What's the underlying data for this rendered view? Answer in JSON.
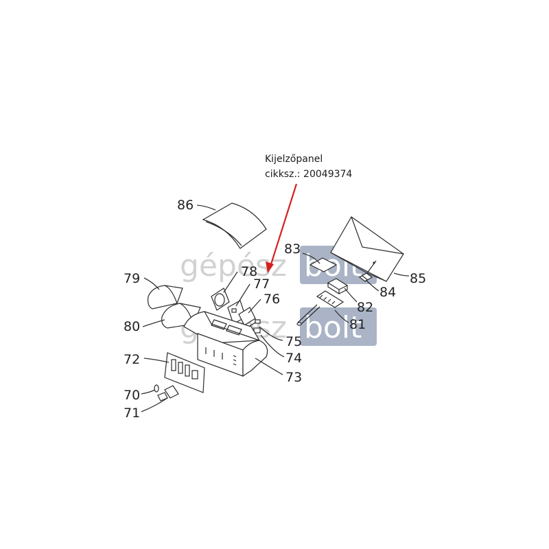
{
  "callout": {
    "line1": "Kijelzőpanel",
    "line2": "cikksz.: 20049374",
    "arrow_color": "#d42020"
  },
  "watermark": {
    "text": "gépész",
    "box_text": "bolt",
    "box_color": "#aab4c6"
  },
  "parts": [
    "86",
    "85",
    "83",
    "84",
    "82",
    "81",
    "79",
    "78",
    "77",
    "76",
    "80",
    "75",
    "74",
    "73",
    "72",
    "70",
    "71"
  ]
}
